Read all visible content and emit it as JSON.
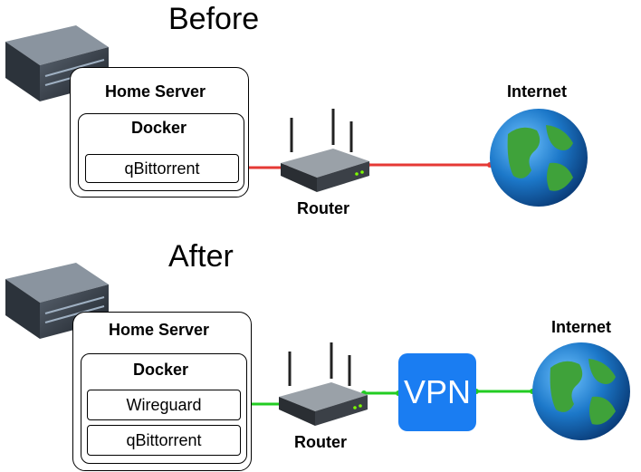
{
  "before": {
    "title": "Before",
    "home_server_label": "Home Server",
    "docker_label": "Docker",
    "app": "qBittorrent",
    "router_label": "Router",
    "internet_label": "Internet",
    "link_color": "#e53935"
  },
  "after": {
    "title": "After",
    "home_server_label": "Home Server",
    "docker_label": "Docker",
    "apps": [
      "Wireguard",
      "qBittorrent"
    ],
    "router_label": "Router",
    "vpn_label": "VPN",
    "internet_label": "Internet",
    "link_color": "#22cc22"
  }
}
